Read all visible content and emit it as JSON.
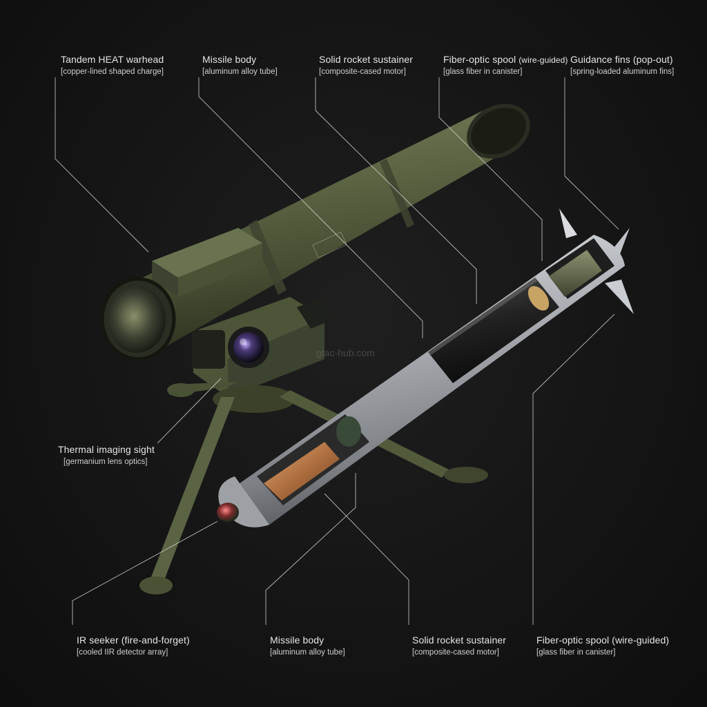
{
  "callouts": {
    "top_warhead": {
      "title": "Tandem HEAT warhead",
      "sub": "[copper-lined shaped charge]"
    },
    "top_body": {
      "title": "Missile body",
      "sub": "[aluminum alloy tube]"
    },
    "top_sustainer": {
      "title": "Solid rocket sustainer",
      "sub": "[composite-cased motor]"
    },
    "top_spool": {
      "title": "Fiber-optic spool",
      "note": "(wire-guided)",
      "sub": "[glass fiber in canister]"
    },
    "top_fins": {
      "title": "Guidance fins (pop-out)",
      "sub": "[spring-loaded aluminum fins]"
    },
    "thermal": {
      "title": "Thermal imaging sight",
      "sub": "[germanium lens optics]"
    },
    "bottom_seeker": {
      "title": "IR seeker (fire-and-forget)",
      "sub": "[cooled IIR detector array]"
    },
    "bottom_body": {
      "title": "Missile body",
      "sub": "[aluminum alloy tube]"
    },
    "bottom_sustainer": {
      "title": "Solid rocket sustainer",
      "sub": "[composite-cased motor]"
    },
    "bottom_spool": {
      "title": "Fiber-optic spool (wire-guided)",
      "sub": "[glass fiber in canister]"
    }
  },
  "watermark": "gtac-hub.com",
  "colors": {
    "background": "#141414",
    "olive": "#5b6343",
    "olive_dark": "#3b4229",
    "steel": "#b9bcc0",
    "copper": "#b87a48",
    "leader": "#d8d8d8"
  }
}
